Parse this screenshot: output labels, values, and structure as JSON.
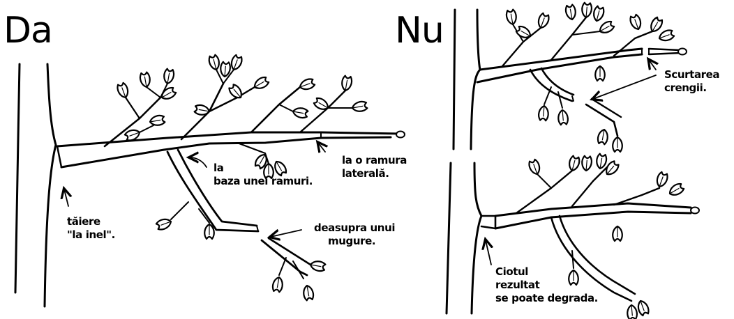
{
  "panels": {
    "yes": {
      "heading": "Da",
      "labels": {
        "ring_cut": [
          "tăiere",
          "\"la inel\"."
        ],
        "branch_base": [
          "la",
          "baza unei ramuri."
        ],
        "lateral": [
          "la o ramura",
          "laterală."
        ],
        "above_bud": [
          "deasupra unui",
          "mugure."
        ]
      }
    },
    "no": {
      "heading": "Nu",
      "labels": {
        "shortening": [
          "Scurtarea",
          "crengii."
        ],
        "stub": [
          "Ciotul",
          "rezultat",
          "se poate degrada."
        ]
      }
    }
  }
}
